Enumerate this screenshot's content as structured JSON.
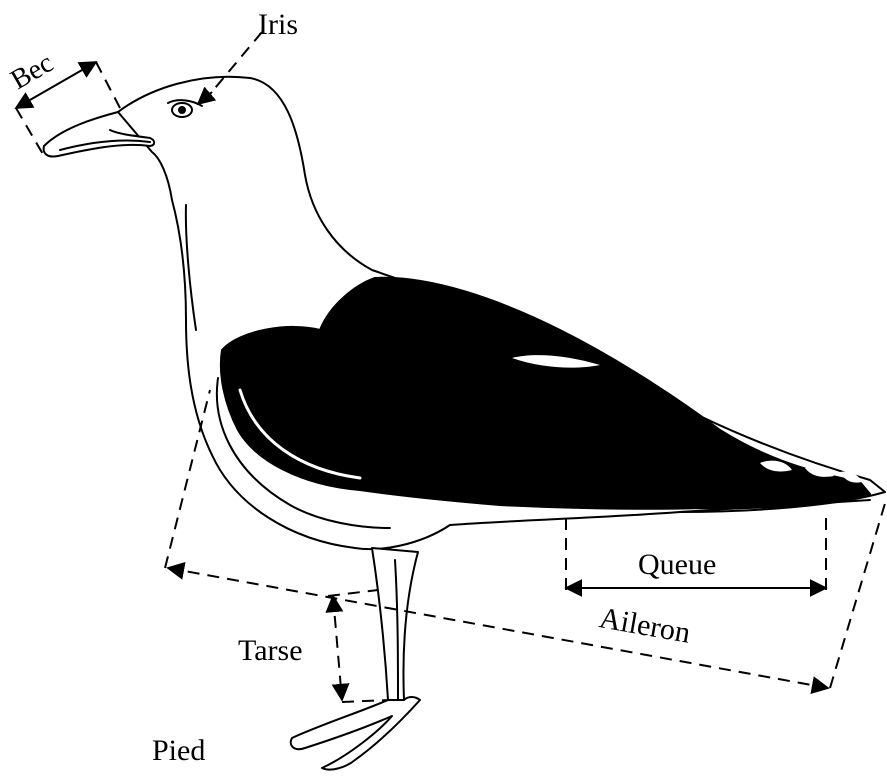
{
  "figure": {
    "labels": {
      "bec": "Bec",
      "iris": "Iris",
      "queue": "Queue",
      "aileron": "Aileron",
      "tarse": "Tarse",
      "pied": "Pied"
    },
    "colors": {
      "ink": "#000000",
      "paper": "#ffffff"
    },
    "subject": "gull-bird-illustration"
  }
}
